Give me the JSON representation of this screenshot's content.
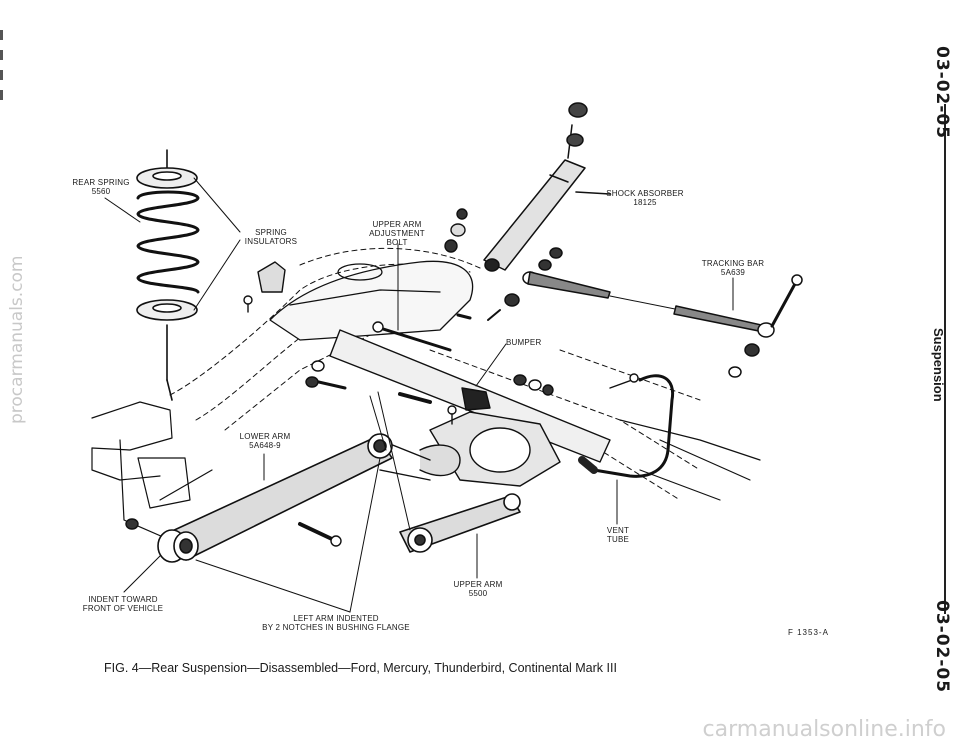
{
  "page": {
    "section_code_top": "03-02-05",
    "section_code_bottom": "03-02-05",
    "section_title": "Suspension",
    "figure_id": "F 1353-A",
    "caption": "FIG. 4—Rear Suspension—Disassembled—Ford, Mercury, Thunderbird, Continental Mark III"
  },
  "watermarks": {
    "left": "procarmanuals.com",
    "bottom": "carmanualsonline.info"
  },
  "callouts": {
    "rear_spring": [
      "REAR SPRING",
      "5560"
    ],
    "spring_insulators": [
      "SPRING",
      "INSULATORS"
    ],
    "upper_arm_adjustment_bolt": [
      "UPPER ARM",
      "ADJUSTMENT",
      "BOLT"
    ],
    "shock_absorber": [
      "SHOCK ABSORBER",
      "18125"
    ],
    "tracking_bar": [
      "TRACKING BAR",
      "5A639"
    ],
    "bumper": [
      "BUMPER"
    ],
    "lower_arm": [
      "LOWER ARM",
      "5A648-9"
    ],
    "vent_tube": [
      "VENT",
      "TUBE"
    ],
    "upper_arm": [
      "UPPER ARM",
      "5500"
    ],
    "indent_toward_front": [
      "INDENT TOWARD",
      "FRONT OF VEHICLE"
    ],
    "left_arm_indented": [
      "LEFT ARM INDENTED",
      "BY 2 NOTCHES IN BUSHING FLANGE"
    ]
  }
}
